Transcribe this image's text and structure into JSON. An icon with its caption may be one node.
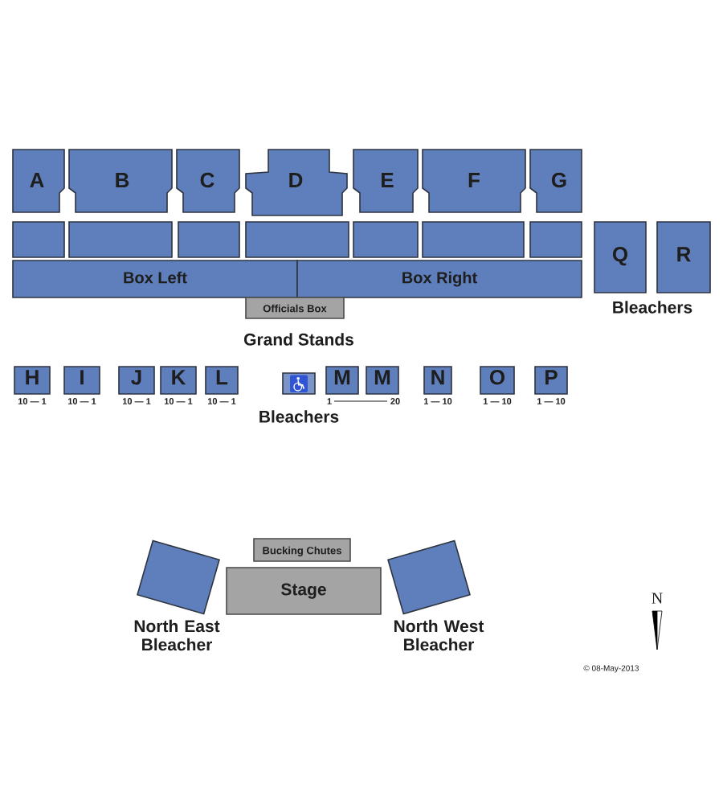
{
  "diagram": {
    "nodes": [
      {
        "text": [
          "A"
        ]
      },
      {
        "text": [
          "B"
        ]
      },
      {
        "text": [
          "C"
        ]
      },
      {
        "text": [
          "D"
        ]
      },
      {
        "text": [
          "E"
        ]
      },
      {
        "text": [
          "F"
        ]
      },
      {
        "text": [
          "G"
        ]
      },
      {
        "text": [],
        "shape": "box"
      },
      {
        "text": [],
        "shape": "box"
      },
      {
        "text": [],
        "shape": "box"
      },
      {
        "text": [],
        "shape": "box"
      },
      {
        "text": [],
        "shape": "box"
      },
      {
        "text": [],
        "shape": "box"
      },
      {
        "text": [],
        "shape": "box"
      },
      {
        "text": [
          "Q"
        ]
      },
      {
        "text": [
          "R"
        ]
      },
      {
        "text": [
          "Box Left"
        ]
      },
      {
        "text": [
          "Box Right"
        ]
      },
      {
        "text": [
          "Officials Box"
        ]
      },
      {
        "text": [
          "H"
        ],
        "beside": [
          "10 — 1"
        ]
      },
      {
        "text": [
          "I"
        ],
        "beside": [
          "10 — 1"
        ]
      },
      {
        "text": [
          "J"
        ],
        "beside": [
          "10 — 1"
        ]
      },
      {
        "text": [
          "K"
        ],
        "beside": [
          "10 — 1"
        ]
      },
      {
        "text": [
          "L"
        ],
        "beside": [
          "10 — 1"
        ]
      },
      {
        "text": [],
        "shape": "box"
      },
      {
        "text": [
          "M"
        ]
      },
      {
        "text": [
          "M"
        ]
      },
      {
        "text": [
          "N"
        ],
        "beside": [
          "1 — 10"
        ]
      },
      {
        "text": [
          "O"
        ],
        "beside": [
          "1 — 10"
        ]
      },
      {
        "text": [
          "P"
        ],
        "beside": [
          "1 — 10"
        ]
      },
      {
        "text": [
          "Bucking Chutes"
        ]
      },
      {
        "text": [],
        "shape": "box",
        "beside": [
          "North East Bleacher"
        ]
      },
      {
        "text": [
          "Stage"
        ]
      },
      {
        "text": [],
        "shape": "box",
        "beside": [
          "North West Bleacher"
        ]
      }
    ],
    "edges": [],
    "labels": [
      "Bleachers",
      "Grand Stands",
      "1",
      "20",
      "Bleachers",
      "N",
      "© 08-May-2013"
    ]
  }
}
